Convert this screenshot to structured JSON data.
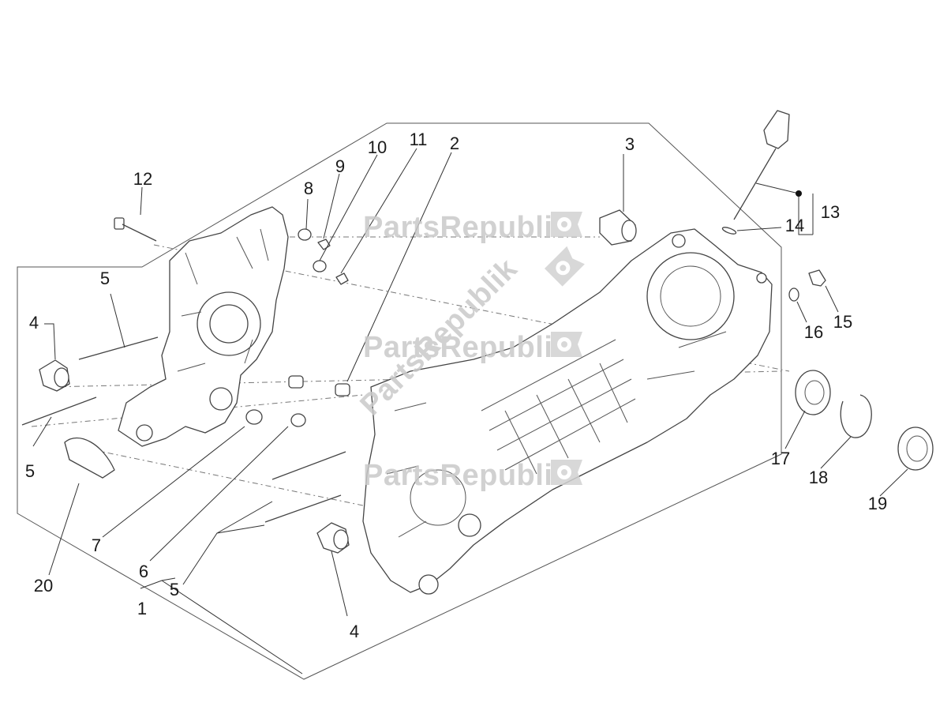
{
  "watermark": {
    "text": "PartsRepublik",
    "icon": "gear-flag-icon"
  },
  "callouts": {
    "c1": "1",
    "c2": "2",
    "c3": "3",
    "c4a": "4",
    "c4b": "4",
    "c5a": "5",
    "c5b": "5",
    "c5c": "5",
    "c6": "6",
    "c7": "7",
    "c8": "8",
    "c9": "9",
    "c10": "10",
    "c11": "11",
    "c12": "12",
    "c13": "13",
    "c14": "14",
    "c15": "15",
    "c16": "16",
    "c17": "17",
    "c18": "18",
    "c19": "19",
    "c20": "20"
  }
}
